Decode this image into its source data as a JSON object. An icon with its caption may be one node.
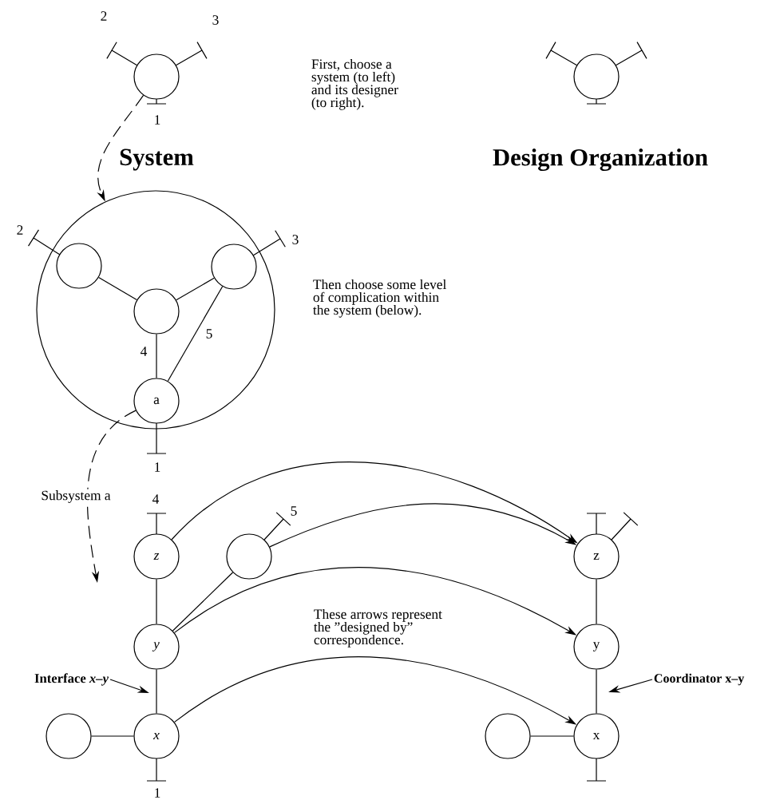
{
  "diagram": {
    "nodes": [
      {
        "text": [],
        "shape": "circle"
      },
      {
        "text": [],
        "shape": "circle"
      },
      {
        "text": [],
        "shape": "circle"
      },
      {
        "text": [],
        "shape": "circle",
        "in": 2
      },
      {
        "text": [],
        "shape": "circle",
        "in": 2
      },
      {
        "text": [],
        "shape": "circle",
        "in": 2
      },
      {
        "text": [
          "a"
        ],
        "in": 2
      },
      {
        "text": [
          "z"
        ]
      },
      {
        "text": [],
        "shape": "circle"
      },
      {
        "text": [
          "y"
        ]
      },
      {
        "text": [
          "x"
        ]
      },
      {
        "text": [],
        "shape": "circle"
      },
      {
        "text": [
          "z"
        ]
      },
      {
        "text": [
          "y"
        ]
      },
      {
        "text": [
          "x"
        ]
      },
      {
        "text": [],
        "shape": "circle"
      },
      {
        "text": [
          "Interface *x–y*"
        ]
      },
      {
        "text": [
          "Coordinator x–y"
        ]
      }
    ],
    "edges": [
      {
        "from": 0,
        "to": 2,
        "arrow": "to",
        "style": "dashed"
      },
      {
        "from": 3,
        "to": 4,
        "arrow": "none"
      },
      {
        "from": 4,
        "to": 5,
        "arrow": "none"
      },
      {
        "from": 4,
        "to": 6,
        "arrow": "none",
        "label": "4"
      },
      {
        "from": 5,
        "to": 6,
        "arrow": "none",
        "label": "5"
      },
      {
        "from": 6,
        "to": null,
        "arrow": "to",
        "style": "dashed"
      },
      {
        "from": 7,
        "to": 9,
        "arrow": "none"
      },
      {
        "from": 9,
        "to": 10,
        "arrow": "none"
      },
      {
        "from": 8,
        "to": 9,
        "arrow": "none"
      },
      {
        "from": 10,
        "to": 11,
        "arrow": "none"
      },
      {
        "from": 12,
        "to": 13,
        "arrow": "none"
      },
      {
        "from": 13,
        "to": 14,
        "arrow": "none"
      },
      {
        "from": 14,
        "to": 15,
        "arrow": "none"
      },
      {
        "from": 7,
        "to": 12,
        "arrow": "to"
      },
      {
        "from": 8,
        "to": 12,
        "arrow": "to"
      },
      {
        "from": 9,
        "to": 13,
        "arrow": "to"
      },
      {
        "from": 10,
        "to": 14,
        "arrow": "to"
      },
      {
        "from": 16,
        "to": null,
        "arrow": "to"
      },
      {
        "from": 17,
        "to": null,
        "arrow": "to"
      }
    ],
    "labels": [
      "2",
      "3",
      "First, choose a system (to left) and its designer (to right).",
      "1",
      "System",
      "Design Organization",
      "2",
      "3",
      "Then choose some level of complication within the system (below).",
      "1",
      "Subsystem a",
      "4",
      "5",
      "These arrows represent the ”designed by” correspondence.",
      "1"
    ]
  }
}
